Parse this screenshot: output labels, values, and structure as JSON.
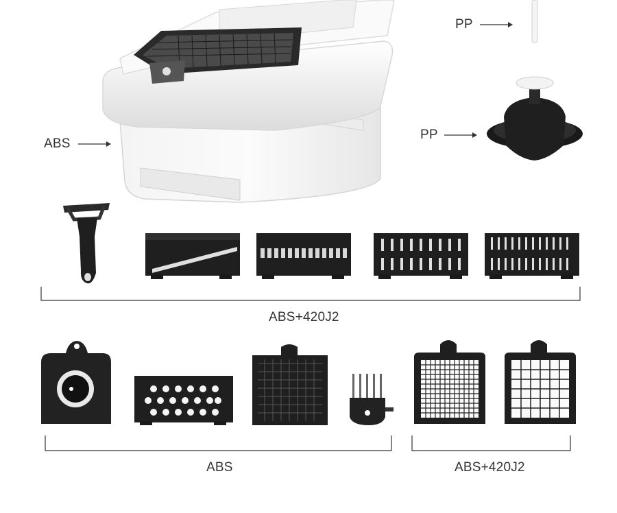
{
  "labels": {
    "pp_top": "PP",
    "pp_mid": "PP",
    "abs_container": "ABS",
    "row2_material": "ABS+420J2",
    "row3_left_material": "ABS",
    "row3_right_material": "ABS+420J2"
  },
  "colors": {
    "blade_black": "#1f1f1f",
    "plastic_white": "#f2f2f2",
    "text": "#333333"
  }
}
